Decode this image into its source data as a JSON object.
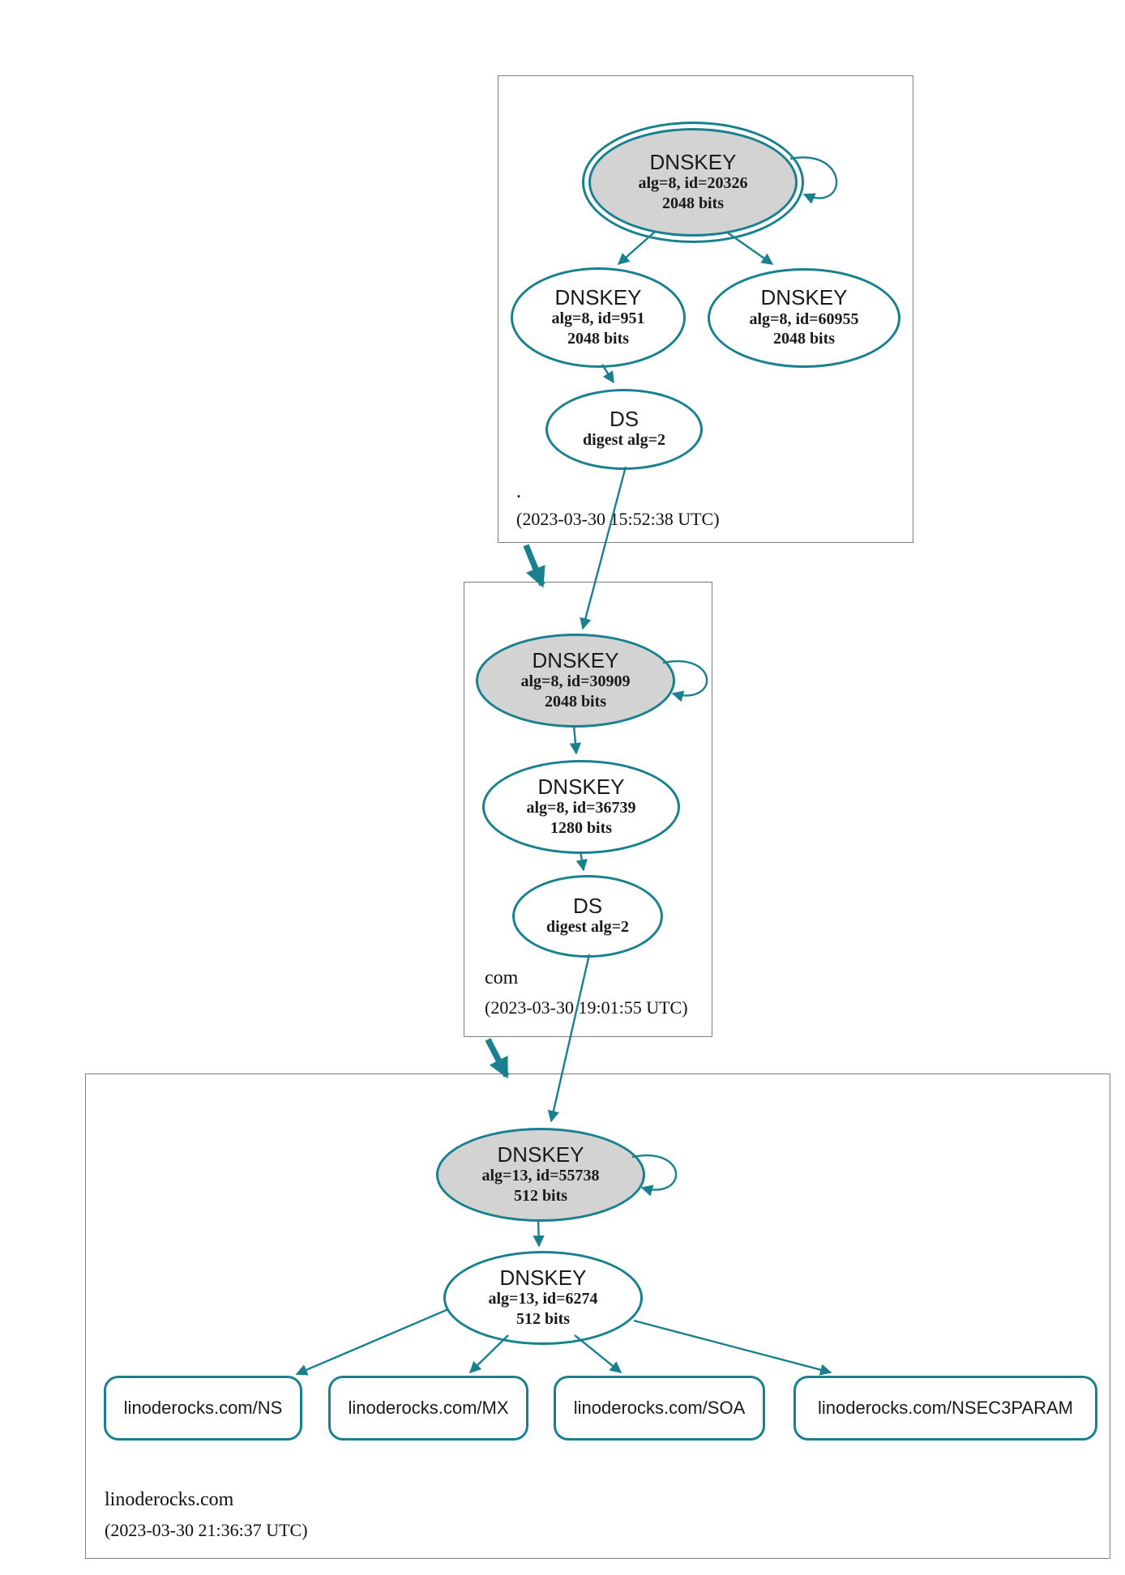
{
  "colors": {
    "edge": "#18808e",
    "ksk_fill": "#d3d3d3",
    "box_border": "#7d7d7d"
  },
  "zones": [
    {
      "name": ".",
      "timestamp": "(2023-03-30 15:52:38 UTC)",
      "ksk": {
        "type": "DNSKEY",
        "detail": "alg=8, id=20326",
        "bits": "2048 bits"
      },
      "zsk": {
        "type": "DNSKEY",
        "detail": "alg=8, id=951",
        "bits": "2048 bits"
      },
      "key2": {
        "type": "DNSKEY",
        "detail": "alg=8, id=60955",
        "bits": "2048 bits"
      },
      "ds": {
        "type": "DS",
        "detail": "digest alg=2"
      }
    },
    {
      "name": "com",
      "timestamp": "(2023-03-30 19:01:55 UTC)",
      "ksk": {
        "type": "DNSKEY",
        "detail": "alg=8, id=30909",
        "bits": "2048 bits"
      },
      "zsk": {
        "type": "DNSKEY",
        "detail": "alg=8, id=36739",
        "bits": "1280 bits"
      },
      "ds": {
        "type": "DS",
        "detail": "digest alg=2"
      }
    },
    {
      "name": "linoderocks.com",
      "timestamp": "(2023-03-30 21:36:37 UTC)",
      "ksk": {
        "type": "DNSKEY",
        "detail": "alg=13, id=55738",
        "bits": "512 bits"
      },
      "zsk": {
        "type": "DNSKEY",
        "detail": "alg=13, id=6274",
        "bits": "512 bits"
      },
      "records": [
        "linoderocks.com/NS",
        "linoderocks.com/MX",
        "linoderocks.com/SOA",
        "linoderocks.com/NSEC3PARAM"
      ]
    }
  ]
}
